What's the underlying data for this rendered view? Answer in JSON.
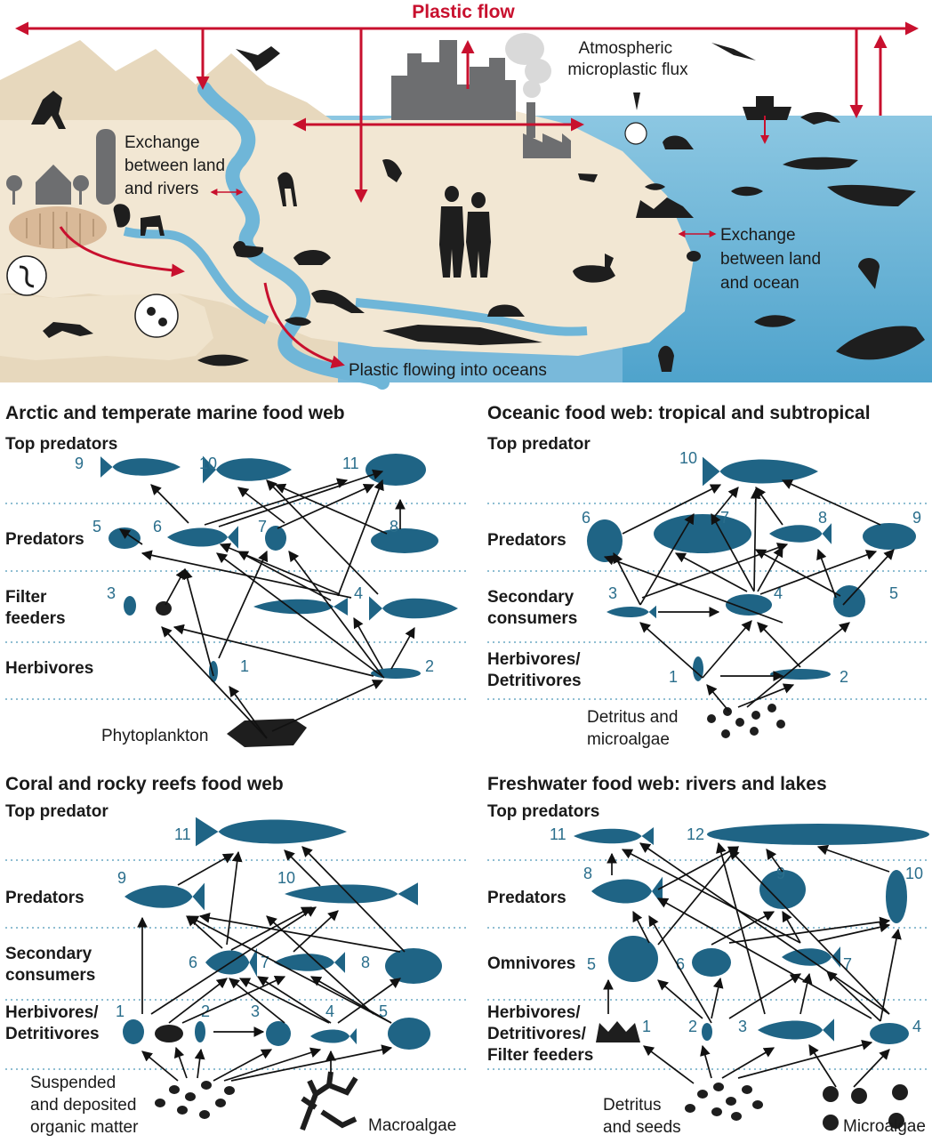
{
  "top_panel": {
    "plastic_flow": "Plastic flow",
    "atmospheric": [
      "Atmospheric",
      "microplastic flux"
    ],
    "exchange_land_rivers": [
      "Exchange",
      "between land",
      "and rivers"
    ],
    "exchange_land_ocean": [
      "Exchange",
      "between land",
      "and ocean"
    ],
    "plastic_into_oceans": "Plastic flowing into oceans",
    "colors": {
      "arrow_red": "#c8102e",
      "water": "#6fb6d8",
      "land": "#f1e6d2",
      "mountain": "#e7d8bd",
      "silhouette": "#1e1e1e"
    }
  },
  "food_webs": {
    "arctic": {
      "title": "Arctic and temperate marine food web",
      "levels": [
        "Top predators",
        "Predators",
        [
          "Filter",
          "feeders"
        ],
        "Herbivores"
      ],
      "base_label": "Phytoplankton",
      "numbers": [
        "1",
        "2",
        "3",
        "4",
        "5",
        "6",
        "7",
        "8",
        "9",
        "10",
        "11"
      ]
    },
    "oceanic": {
      "title": "Oceanic food web: tropical and subtropical",
      "levels": [
        "Top predator",
        "Predators",
        [
          "Secondary",
          "consumers"
        ],
        [
          "Herbivores/",
          "Detritivores"
        ]
      ],
      "base_label": [
        "Detritus and",
        "microalgae"
      ],
      "numbers": [
        "1",
        "2",
        "3",
        "4",
        "5",
        "6",
        "7",
        "8",
        "9",
        "10"
      ]
    },
    "coral": {
      "title": "Coral and rocky reefs food web",
      "levels": [
        "Top predator",
        "Predators",
        [
          "Secondary",
          "consumers"
        ],
        [
          "Herbivores/",
          "Detritivores"
        ]
      ],
      "base_label": [
        "Suspended",
        "and deposited",
        "organic matter"
      ],
      "base_label_2": "Macroalgae",
      "numbers": [
        "1",
        "2",
        "3",
        "4",
        "5",
        "6",
        "7",
        "8",
        "9",
        "10",
        "11"
      ]
    },
    "freshwater": {
      "title": "Freshwater food web: rivers and lakes",
      "levels": [
        "Top predators",
        "Predators",
        "Omnivores",
        [
          "Herbivores/",
          "Detritivores/",
          "Filter feeders"
        ]
      ],
      "base_label": [
        "Detritus",
        "and seeds"
      ],
      "base_label_2": "Microalgae",
      "numbers": [
        "1",
        "2",
        "3",
        "4",
        "5",
        "6",
        "7",
        "8",
        "9",
        "10",
        "11",
        "12"
      ]
    }
  },
  "organism_color": "#1f6485"
}
